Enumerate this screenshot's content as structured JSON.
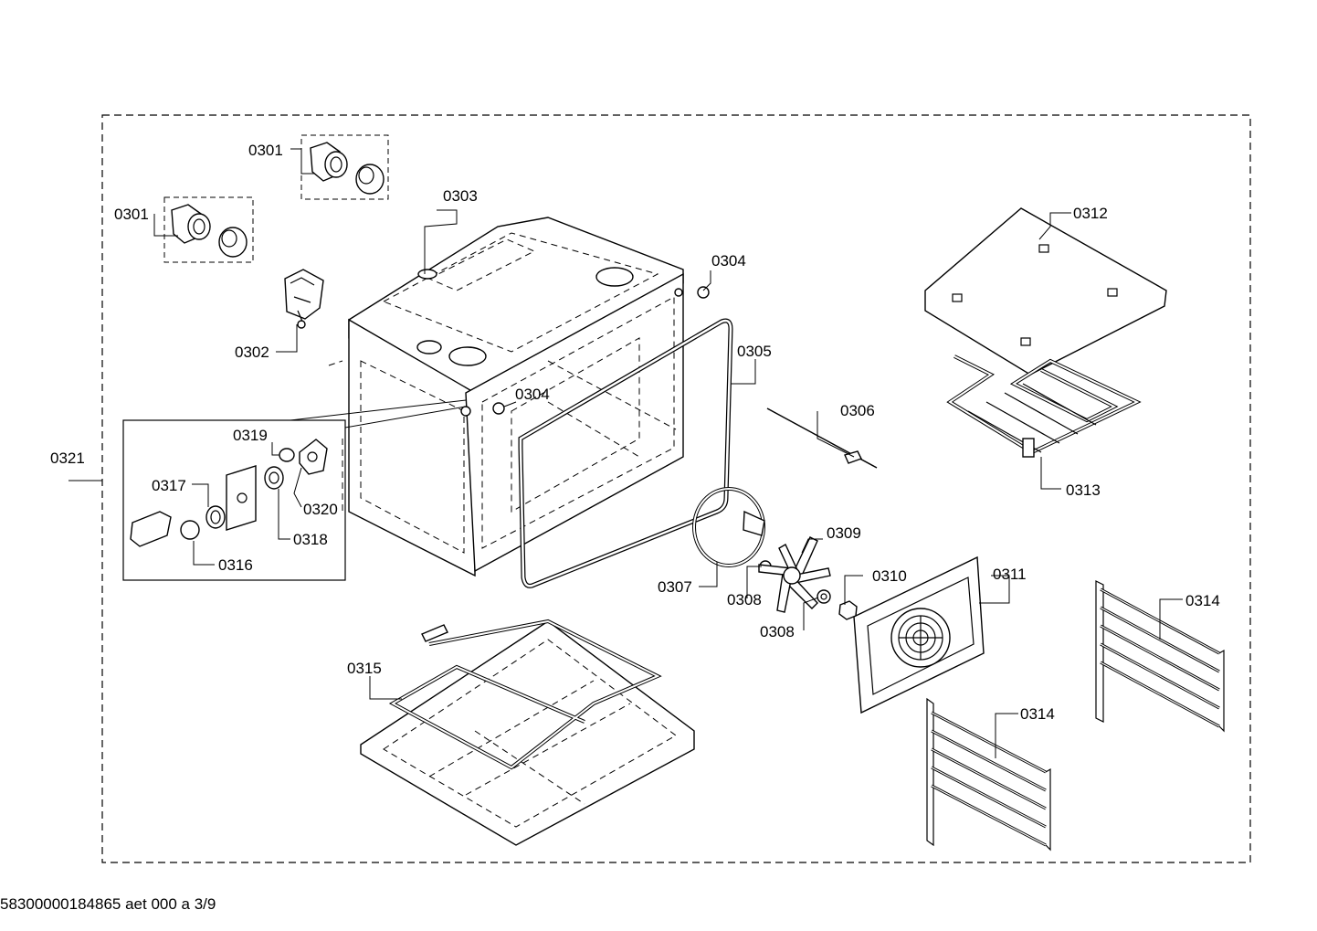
{
  "labels": {
    "p0301a": "0301",
    "p0301b": "0301",
    "p0302": "0302",
    "p0303": "0303",
    "p0304a": "0304",
    "p0304b": "0304",
    "p0305": "0305",
    "p0306": "0306",
    "p0307": "0307",
    "p0308a": "0308",
    "p0308b": "0308",
    "p0309": "0309",
    "p0310": "0310",
    "p0311": "0311",
    "p0312": "0312",
    "p0313": "0313",
    "p0314a": "0314",
    "p0314b": "0314",
    "p0315": "0315",
    "p0316": "0316",
    "p0317": "0317",
    "p0318": "0318",
    "p0319": "0319",
    "p0320": "0320",
    "p0321": "0321"
  },
  "footer": "58300000184865 aet 000 a 3/9"
}
